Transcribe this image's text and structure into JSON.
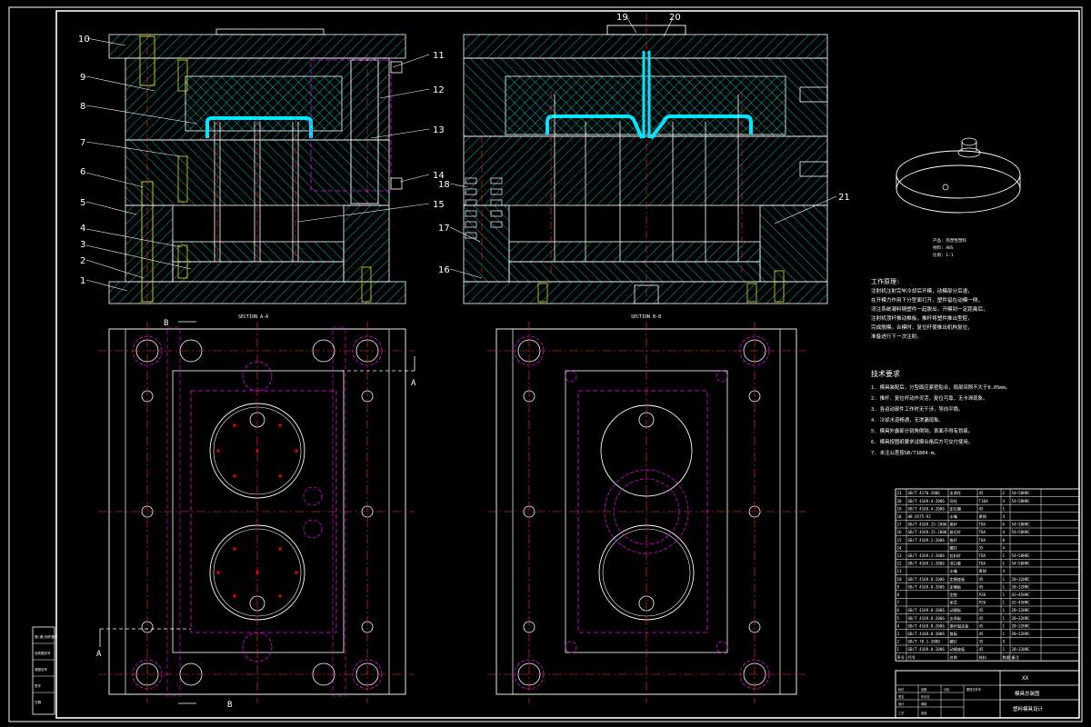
{
  "colors": {
    "background": "#000000",
    "frame": "#ffffff",
    "hatch": "#00d0d0",
    "hidden_lines": "#ff00ff",
    "center_lines": "#ff3030",
    "cooling_channel": "#00e8ff",
    "fastener": "#cccc00",
    "text": "#ffffff"
  },
  "section_titles": {
    "left": "SECTION A-A",
    "right": "SECTION B-B"
  },
  "section_markers": {
    "b_top": "B",
    "b_bottom": "B",
    "a_right": "A",
    "a_left": "A"
  },
  "part_callouts": [
    "1",
    "2",
    "3",
    "4",
    "5",
    "6",
    "7",
    "8",
    "9",
    "10",
    "11",
    "12",
    "13",
    "14",
    "15",
    "16",
    "17",
    "18",
    "19",
    "20",
    "21"
  ],
  "product_view": {
    "caption_lines": [
      "产品: 热塑性塑料",
      "材料: ABS",
      "比例: 1:1"
    ]
  },
  "work_process": {
    "title": "工作原理:",
    "text_lines": [
      "注射机注射完毕冷却后开模，动模部分后退，",
      "在开模力作用下分型面打开，塑件留在动模一侧，",
      "浇注系统凝料随塑件一起脱出。开模到一定距离后，",
      "注射机顶杆推动推板，推杆将塑件推出型腔，",
      "完成脱模。合模时，复位杆使推出机构复位，",
      "准备进行下一次注射。"
    ]
  },
  "tech_requirements": {
    "title": "技术要求",
    "lines": [
      "1. 模具装配后，分型面应紧密贴合，局部间隙不大于0.05mm。",
      "2. 推杆、复位杆动作灵活，复位可靠，无卡滞现象。",
      "3. 各运动部件工作时无干涉，导向平稳。",
      "4. 冷却水道畅通，无渗漏现象。",
      "5. 模具外露部分锐角倒钝，表面不得有划痕。",
      "6. 模具按图纸要求试模合格后方可交付使用。",
      "7. 未注公差按GB/T1804-m。"
    ]
  },
  "bom_rows": [
    [
      "21",
      "GB/T 4170-2006",
      "支承柱",
      "45",
      "2",
      "54~58HRC"
    ],
    [
      "20",
      "GB/T 4169.4-2006",
      "导柱",
      "T10A",
      "4",
      "54~58HRC"
    ],
    [
      "19",
      "GB/T 4169.4-2006",
      "定位圈",
      "45",
      "1",
      ""
    ],
    [
      "18",
      "HB 6575-92",
      "水嘴",
      "黄铜",
      "4",
      ""
    ],
    [
      "17",
      "GB/T 4169.15-2006",
      "推杆",
      "T8A",
      "6",
      "54~58HRC"
    ],
    [
      "16",
      "GB/T 4169.15-2006",
      "复位杆",
      "T8A",
      "4",
      "54~58HRC"
    ],
    [
      "15",
      "GB/T 4169.1-2006",
      "推杆",
      "T8A",
      "8",
      ""
    ],
    [
      "14",
      "",
      "螺钉",
      "35",
      "4",
      ""
    ],
    [
      "13",
      "GB/T 4169.1-2006",
      "拉料杆",
      "T8A",
      "1",
      "54~58HRC"
    ],
    [
      "12",
      "GB/T 4169.1-2006",
      "浇口套",
      "T8A",
      "1",
      "54~58HRC"
    ],
    [
      "11",
      "",
      "水嘴",
      "黄铜",
      "4",
      ""
    ],
    [
      "10",
      "GB/T 4169.8-2006",
      "定模座板",
      "45",
      "1",
      "28~32HRC"
    ],
    [
      "9",
      "GB/T 4169.8-2006",
      "定模板",
      "45",
      "1",
      "28~32HRC"
    ],
    [
      "8",
      "",
      "型腔",
      "P20",
      "1",
      "42~45HRC"
    ],
    [
      "7",
      "",
      "型芯",
      "P20",
      "1",
      "42~45HRC"
    ],
    [
      "6",
      "GB/T 4169.8-2006",
      "动模板",
      "45",
      "1",
      "28~32HRC"
    ],
    [
      "5",
      "GB/T 4169.8-2006",
      "支承板",
      "45",
      "1",
      "28~32HRC"
    ],
    [
      "4",
      "GB/T 4169.8-2006",
      "推杆固定板",
      "45",
      "1",
      "28~32HRC"
    ],
    [
      "3",
      "GB/T 4169.8-2006",
      "推板",
      "45",
      "1",
      "28~32HRC"
    ],
    [
      "2",
      "GB/T 70.1-2000",
      "螺钉",
      "35",
      "4",
      ""
    ],
    [
      "1",
      "GB/T 4169.8-2006",
      "动模座板",
      "45",
      "1",
      "28~32HRC"
    ]
  ],
  "bom_header": [
    "序号",
    "代号",
    "名称",
    "材料",
    "数量",
    "备注"
  ],
  "title_block": {
    "school": "XX",
    "drawing_name": "模具总装图",
    "design_label": "塑料模具设计",
    "small_cells": [
      "标记",
      "处数",
      "分区",
      "更改文件号",
      "签名",
      "年月日",
      "设计",
      "审核",
      "工艺",
      "批准"
    ]
  },
  "side_strip_cells": [
    "借(通)用件登记",
    "旧底图总号",
    "底图总号",
    "签字",
    "日期"
  ]
}
